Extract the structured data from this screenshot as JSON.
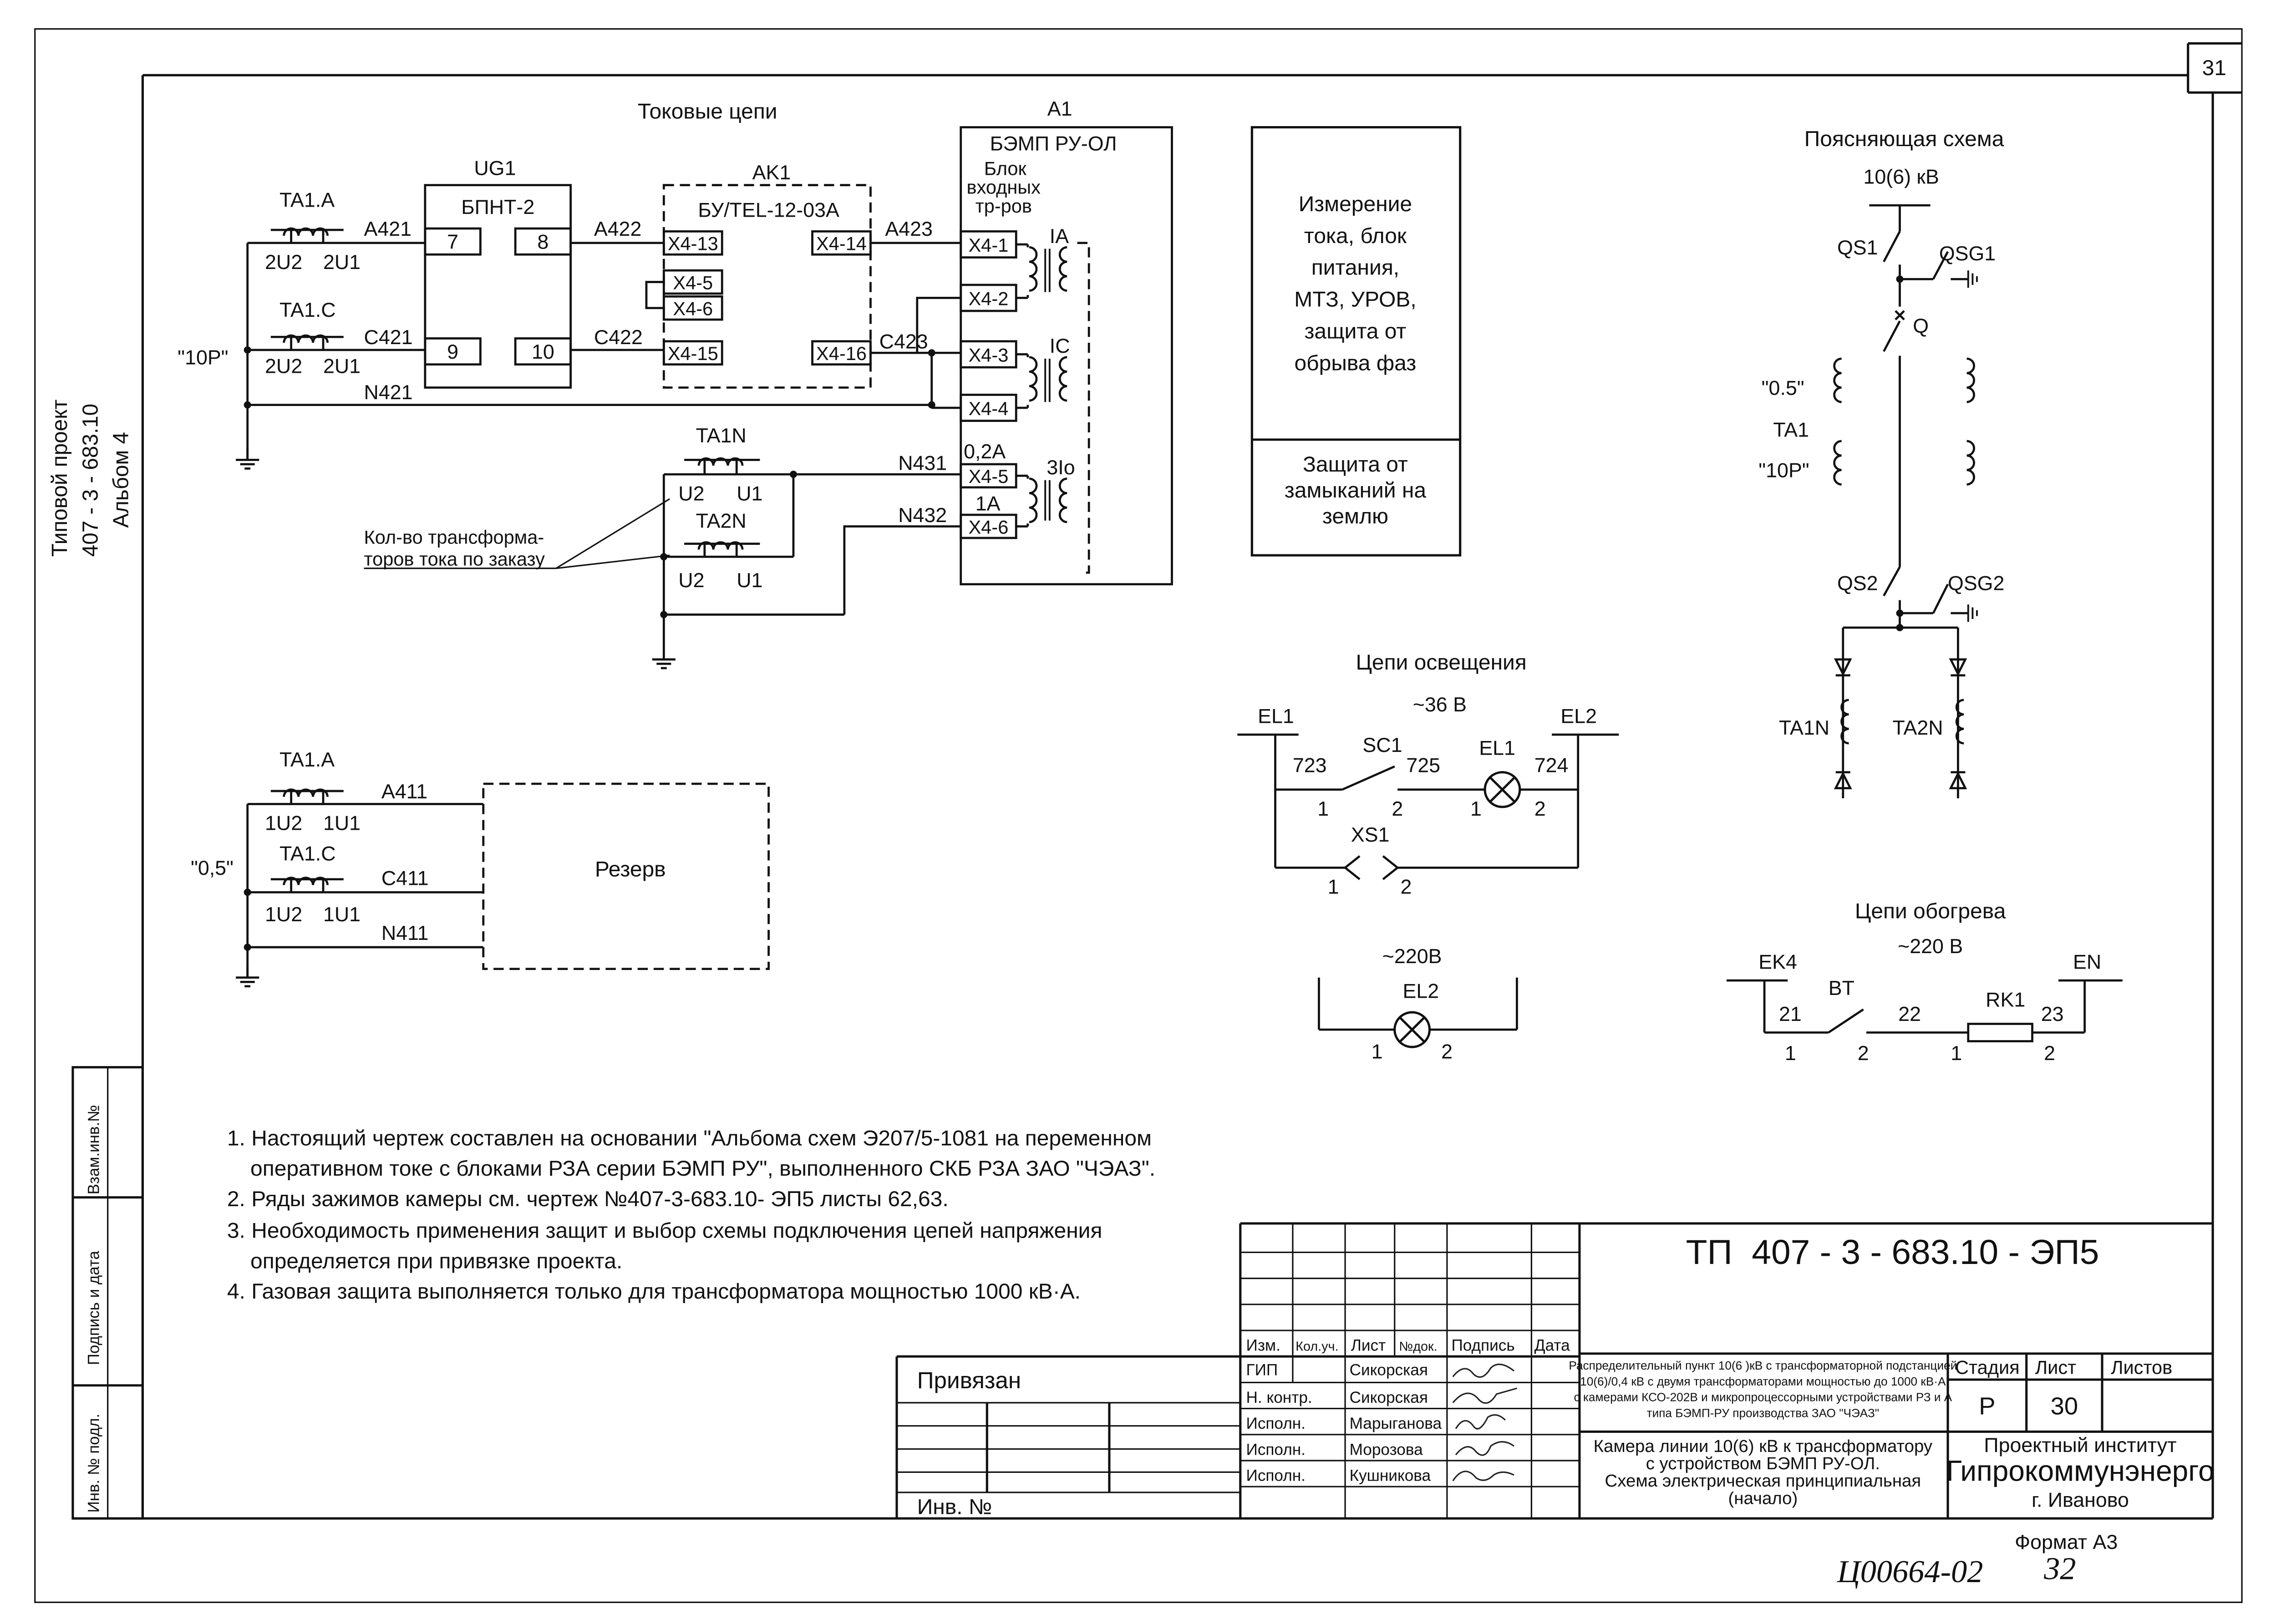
{
  "sheet_number": "31",
  "side": {
    "line1": "Типовой проект",
    "line2": "407 - 3 - 683.10",
    "line3": "Альбом 4"
  },
  "left_strip": {
    "vzam": "Взам.инв.№",
    "podpis": "Подпись и дата",
    "inv": "Инв. № подл."
  },
  "current": {
    "title": "Токовые цепи",
    "ta1a": "TA1.A",
    "ta1c": "TA1.C",
    "w2u2": "2U2",
    "w2u1": "2U1",
    "class10p": "\"10P\"",
    "a421": "A421",
    "c421": "C421",
    "n421": "N421",
    "ug1": "UG1",
    "bpnt": "БПНТ-2",
    "t7": "7",
    "t8": "8",
    "t9": "9",
    "t10": "10",
    "ak1": "AK1",
    "bu": "БУ/TEL-12-03A",
    "a422": "A422",
    "c422": "C422",
    "x413": "X4-13",
    "x45": "X4-5",
    "x46": "X4-6",
    "x415": "X4-15",
    "x414": "X4-14",
    "x416": "X4-16",
    "a423": "A423",
    "c423": "C423",
    "a1": "A1",
    "bemp": "БЭМП РУ-ОЛ",
    "blok1": "Блок",
    "blok2": "входных",
    "blok3": "тр-ров",
    "x41": "X4-1",
    "x42": "X4-2",
    "x43": "X4-3",
    "x44": "X4-4",
    "x4_5": "X4-5",
    "x4_6": "X4-6",
    "ia": "IA",
    "ic": "IC",
    "i3o": "3Io",
    "a02": "0,2A",
    "a1a": "1A",
    "ta1n": "TA1N",
    "ta2n": "TA2N",
    "u2": "U2",
    "u1": "U1",
    "n431": "N431",
    "n432": "N432",
    "qty1": "Кол-во трансформа-",
    "qty2": "торов тока по заказу"
  },
  "meas": {
    "l1": "Измерение",
    "l2": "тока, блок",
    "l3": "питания,",
    "l4": "МТЗ, УРОВ,",
    "l5": "защита от",
    "l6": "обрыва фаз",
    "g1": "Защита от",
    "g2": "замыканий на",
    "g3": "землю"
  },
  "reserve": {
    "ta1a": "TA1.A",
    "ta1c": "TA1.C",
    "w1u2": "1U2",
    "w1u1": "1U1",
    "class05": "\"0,5\"",
    "a411": "A411",
    "c411": "C411",
    "n411": "N411",
    "label": "Резерв"
  },
  "expl": {
    "title": "Поясняющая схема",
    "voltage": "10(6) кВ",
    "qs1": "QS1",
    "qsg1": "QSG1",
    "q": "Q",
    "c05": "\"0.5\"",
    "ta1": "TA1",
    "c10p": "\"10P\"",
    "qs2": "QS2",
    "qsg2": "QSG2",
    "ta1n": "TA1N",
    "ta2n": "TA2N"
  },
  "light": {
    "title": "Цепи освещения",
    "voltage": "~36 В",
    "el1": "EL1",
    "el2": "EL2",
    "sc1": "SC1",
    "xs1": "XS1",
    "n723": "723",
    "n725": "725",
    "n724": "724",
    "p1": "1",
    "p2": "2",
    "v220": "~220В",
    "el2b": "EL2"
  },
  "heat": {
    "title": "Цепи обогрева",
    "voltage": "~220 В",
    "ek4": "EK4",
    "bt": "BT",
    "rk1": "RK1",
    "en": "EN",
    "n21": "21",
    "n22": "22",
    "n23": "23",
    "p1": "1",
    "p2": "2"
  },
  "notes": [
    "1. Настоящий чертеж составлен на основании \"Альбома схем Э207/5-1081 на переменном",
    "оперативном токе с блоками РЗА серии БЭМП РУ\", выполненного СКБ РЗА ЗАО \"ЧЭАЗ\".",
    "2. Ряды зажимов камеры см. чертеж №407-3-683.10- ЭП5 листы 62,63.",
    "3. Необходимость применения защит и выбор схемы подключения цепей напряжения",
    "определяется при привязке проекта.",
    "4. Газовая защита выполняется только для трансформатора мощностью 1000 кВ·А."
  ],
  "title_block": {
    "code": "ТП  407 - 3 - 683.10 - ЭП5",
    "cols": [
      "Изм.",
      "Кол.уч.",
      "Лист",
      "№док.",
      "Подпись",
      "Дата"
    ],
    "roles": [
      "ГИП",
      "Н. контр.",
      "",
      "Исполн.",
      "Исполн.",
      "Исполн."
    ],
    "names": [
      "Сикорская",
      "Сикорская",
      "Марыганова",
      "Морозова",
      "Кушникова"
    ],
    "privyazan": "Привязан",
    "inv": "Инв. №",
    "desc": [
      "Распределительный пункт 10(6 )кВ с трансформаторной подстанцией",
      "10(6)/0,4 кВ с двумя трансформаторами мощностью до 1000 кВ·А",
      "с камерами КСО-202В и микропроцессорными устройствами РЗ и А",
      "типа БЭМП-РУ  производства ЗАО \"ЧЭАЗ\""
    ],
    "stage_h": "Стадия",
    "sheet_h": "Лист",
    "sheets_h": "Листов",
    "stage": "Р",
    "sheet": "30",
    "name": [
      "Камера линии 10(6) кВ к трансформатору",
      "с устройством БЭМП РУ-ОЛ.",
      "Схема электрическая принципиальная",
      "(начало)"
    ],
    "org": [
      "Проектный институт",
      "Гипрокоммунэнерго",
      "г. Иваново"
    ]
  },
  "format": "Формат А3",
  "hand_code": "Ц00664-02",
  "hand_page": "32"
}
